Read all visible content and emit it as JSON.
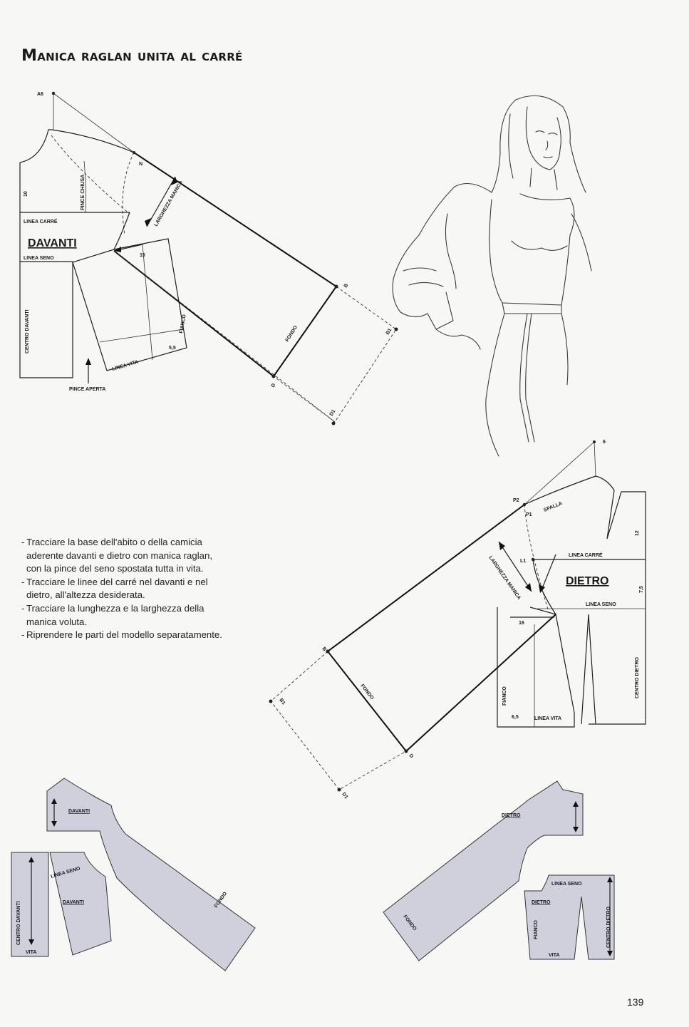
{
  "header": {
    "title": "Manica raglan unita al carré"
  },
  "instructions": [
    "Tracciare la base dell'abito o della camicia aderente davanti e dietro con manica raglan, con la pince del seno spostata tutta in vita.",
    "Tracciare le linee del carré nel davanti e nel dietro, all'altezza desiderata.",
    "Tracciare la lunghezza e la larghezza della manica voluta.",
    "Riprendere le parti del modello separatamente."
  ],
  "front_diagram": {
    "point_a6": "A6",
    "measure_10": "10",
    "pince_chiusa": "PINCE CHIUSA",
    "linea_carre": "LINEA CARRÉ",
    "panel_title": "DAVANTI",
    "linea_seno": "LINEA SENO",
    "centro_davanti": "CENTRO DAVANTI",
    "larghezza_manica": "LARGHEZZA MANICA",
    "measure_15": "15",
    "fianco": "FIANCO",
    "linea_vita": "LINEA VITA",
    "measure_5_5": "5,5",
    "fondo": "FONDO",
    "point_b": "B",
    "point_b1": "B1",
    "point_d": "D",
    "point_d1": "D1",
    "point_n": "N",
    "pince_aperta": "PINCE APERTA"
  },
  "back_diagram": {
    "point_6": "6",
    "point_p2": "P2",
    "point_p1": "P1",
    "spalla": "SPALLA",
    "measure_12": "12",
    "point_l1": "L1",
    "linea_carre": "LINEA CARRÉ",
    "larghezza_manica": "LARGHEZZA MANICA",
    "panel_title": "DIETRO",
    "measure_7_5": "7,5",
    "linea_seno": "LINEA SENO",
    "measure_16": "16",
    "point_b": "B",
    "point_b1": "B1",
    "fondo": "FONDO",
    "point_d": "D",
    "point_d1": "D1",
    "fianco": "FIANCO",
    "centro_dietro": "CENTRO DIETRO",
    "measure_6_5": "6,5",
    "linea_vita": "LINEA VITA"
  },
  "front_pieces": {
    "upper_label": "DAVANTI",
    "lower_label": "DAVANTI",
    "linea_seno": "LINEA SENO",
    "centro_davanti": "CENTRO DAVANTI",
    "vita": "VITA",
    "fondo": "FONDO"
  },
  "back_pieces": {
    "upper_label": "DIETRO",
    "lower_label": "DIETRO",
    "linea_seno": "LINEA SENO",
    "fianco": "FIANCO",
    "centro_dietro": "CENTRO DIETRO",
    "vita": "VITA",
    "fondo": "FONDO"
  },
  "footer": {
    "page_number": "139"
  }
}
